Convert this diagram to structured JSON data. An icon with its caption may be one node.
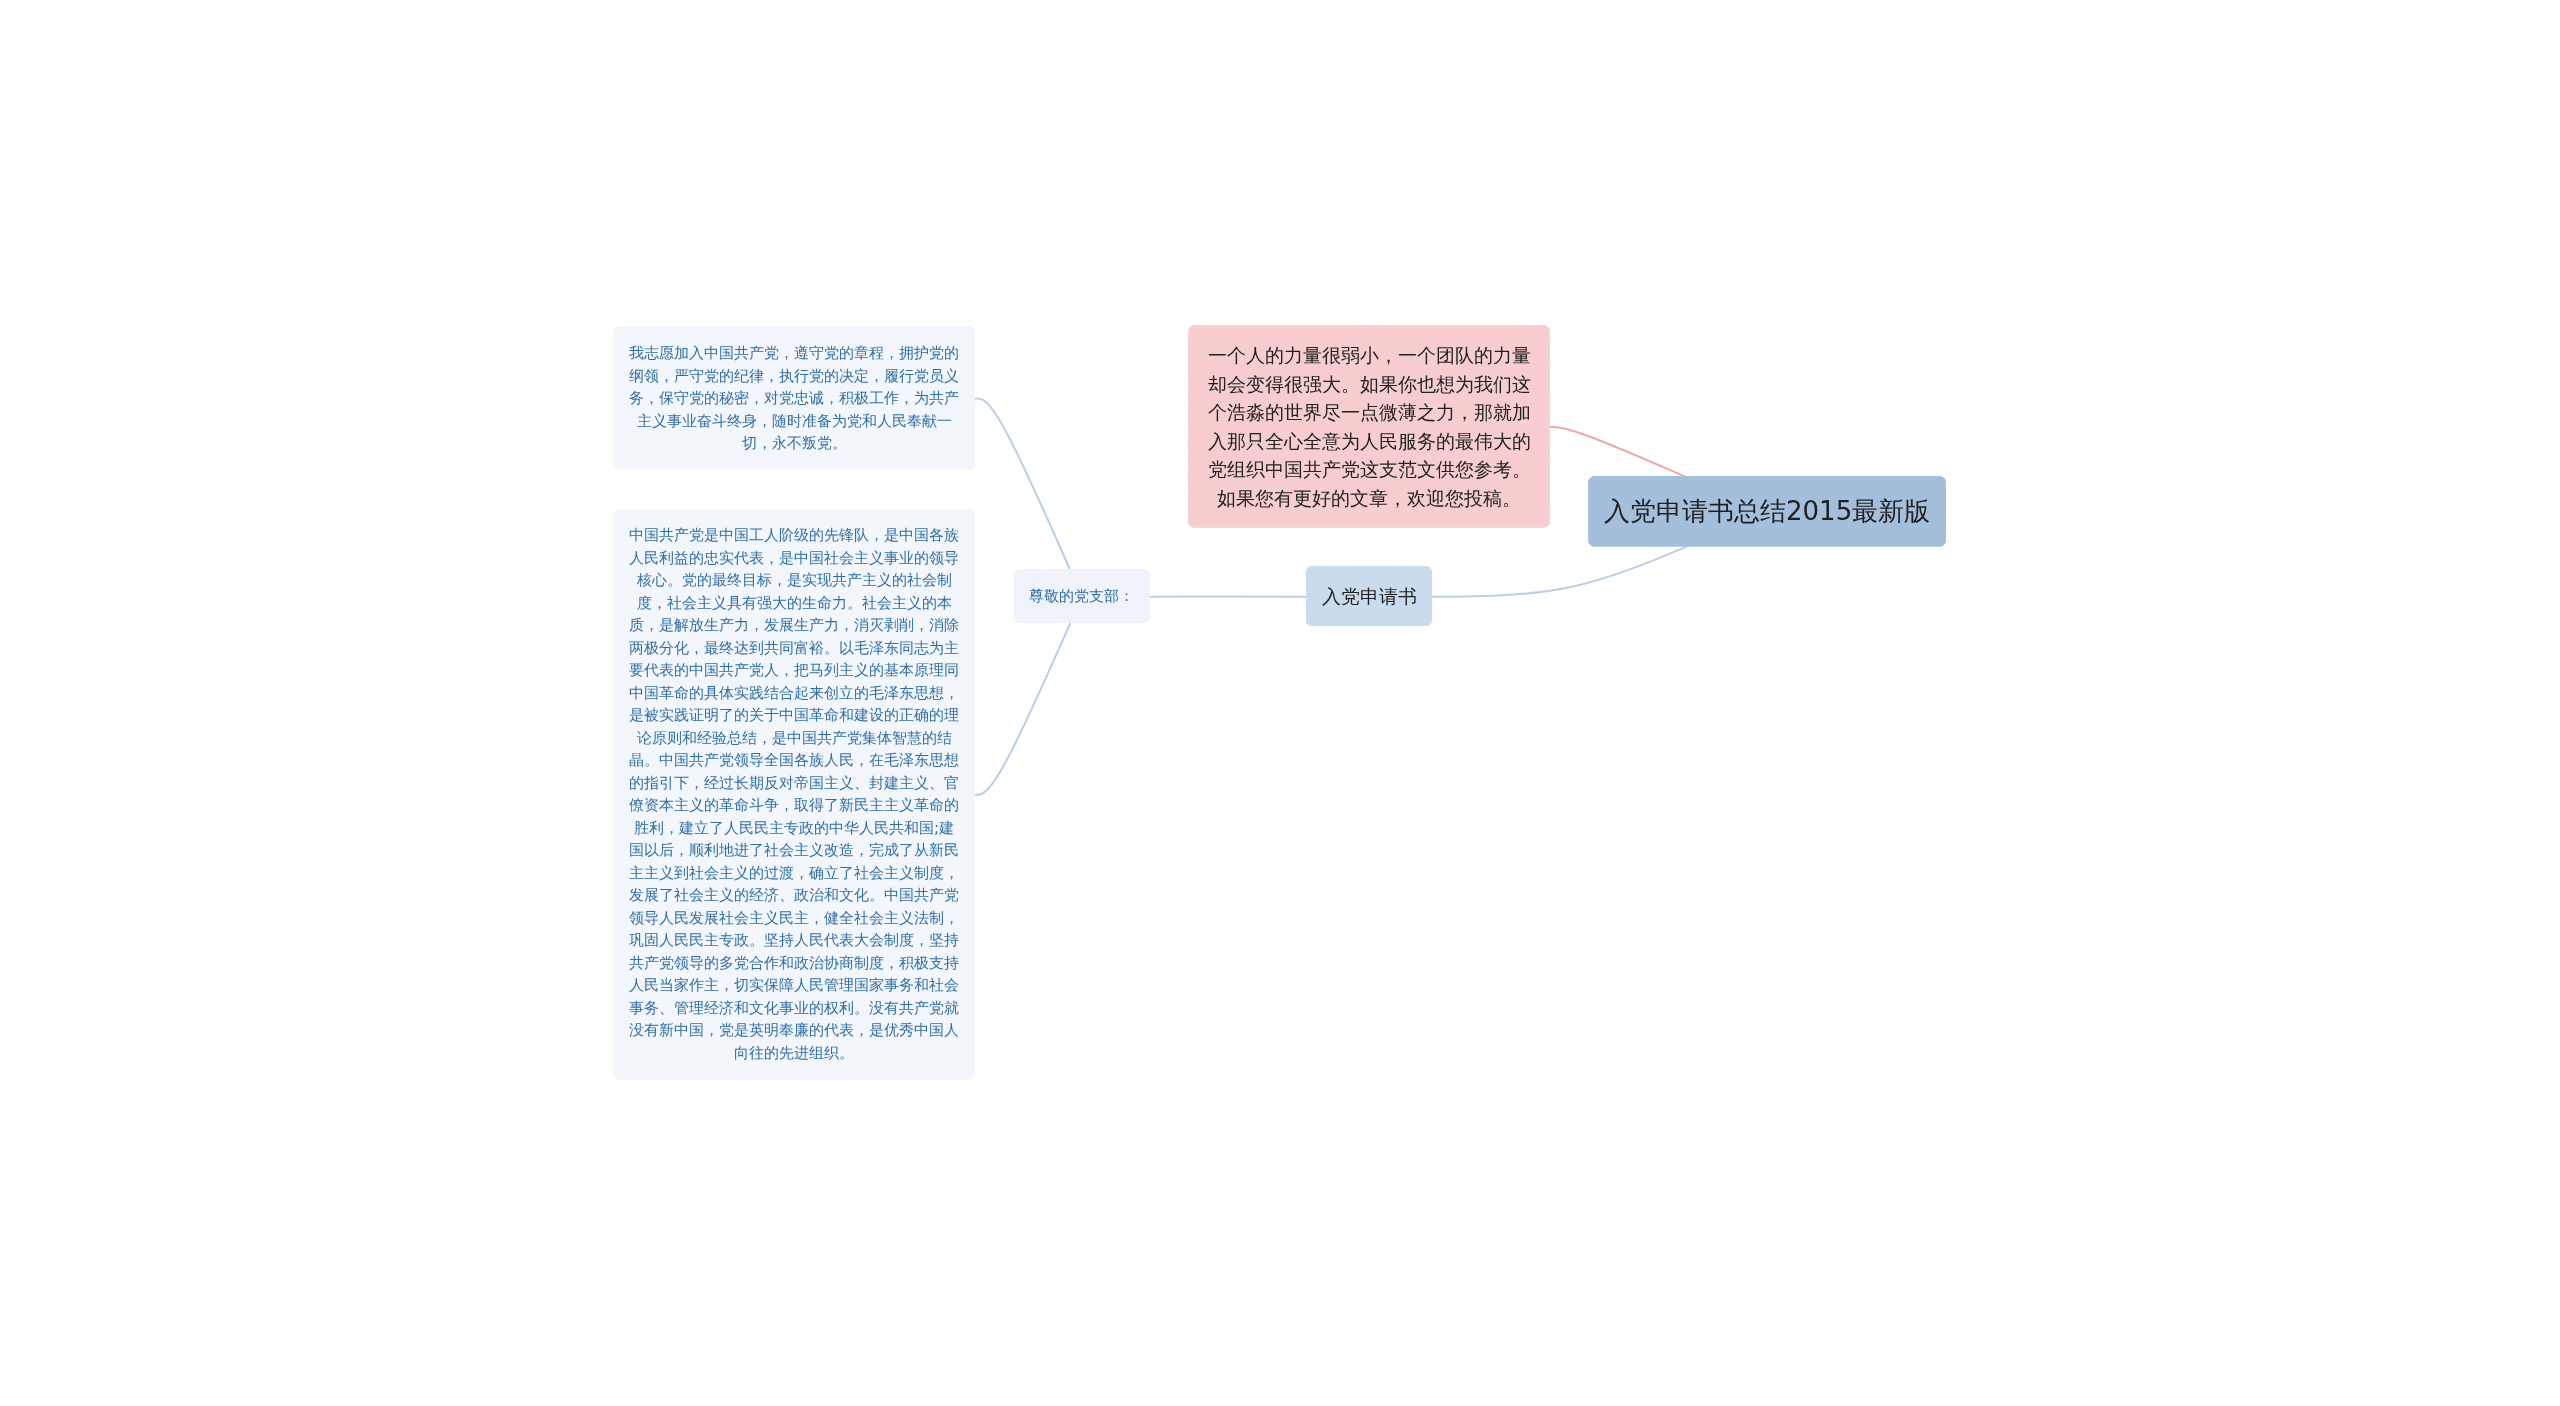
{
  "diagram": {
    "nodes": [
      {
        "text": [
          "入党申请书总结2015最新版"
        ]
      },
      {
        "text": [
          "一个人的力量很弱小，一个团队的力量却会变得很强大。如果你也想为我们这个浩淼的世界尽一点微薄之力，那就加入那只全心全意为人民服务的最伟大的党组织中国共产党这支范文供您参考。如果您有更好的文章，欢迎您投稿。"
        ]
      },
      {
        "text": [
          "入党申请书"
        ]
      },
      {
        "text": [
          "尊敬的党支部："
        ]
      },
      {
        "text": [
          "我志愿加入中国共产党，遵守党的章程，拥护党的纲领，严守党的纪律，执行党的决定，履行党员义务，保守党的秘密，对党忠诚，积极工作，为共产主义事业奋斗终身，随时准备为党和人民奉献一切，永不叛党。"
        ]
      },
      {
        "text": [
          "中国共产党是中国工人阶级的先锋队，是中国各族人民利益的忠实代表，是中国社会主义事业的领导核心。党的最终目标，是实现共产主义的社会制度，社会主义具有强大的生命力。社会主义的本质，是解放生产力，发展生产力，消灭剥削，消除两极分化，最终达到共同富裕。以毛泽东同志为主要代表的中国共产党人，把马列主义的基本原理同中国革命的具体实践结合起来创立的毛泽东思想，是被实践证明了的关于中国革命和建设的正确的理论原则和经验总结，是中国共产党集体智慧的结晶。中国共产党领导全国各族人民，在毛泽东思想的指引下，经过长期反对帝国主义、封建主义、官僚资本主义的革命斗争，取得了新民主主义革命的胜利，建立了人民民主专政的中华人民共和国;建国以后，顺利地进了社会主义改造，完成了从新民主主义到社会主义的过渡，确立了社会主义制度，发展了社会主义的经济、政治和文化。中国共产党领导人民发展社会主义民主，健全社会主义法制，巩固人民民主专政。坚持人民代表大会制度，坚持共产党领导的多党合作和政治协商制度，积极支持人民当家作主，切实保障人民管理国家事务和社会事务、管理经济和文化事业的权利。没有共产党就没有新中国，党是英明奉廉的代表，是优秀中国人向往的先进组织。"
        ]
      }
    ],
    "edges": [
      {
        "from": 0,
        "to": 1,
        "arrow": "none",
        "color": "#f2a7a7"
      },
      {
        "from": 0,
        "to": 2,
        "arrow": "none"
      },
      {
        "from": 2,
        "to": 3,
        "arrow": "none"
      },
      {
        "from": 3,
        "to": 4,
        "arrow": "none"
      },
      {
        "from": 3,
        "to": 5,
        "arrow": "none"
      }
    ]
  }
}
